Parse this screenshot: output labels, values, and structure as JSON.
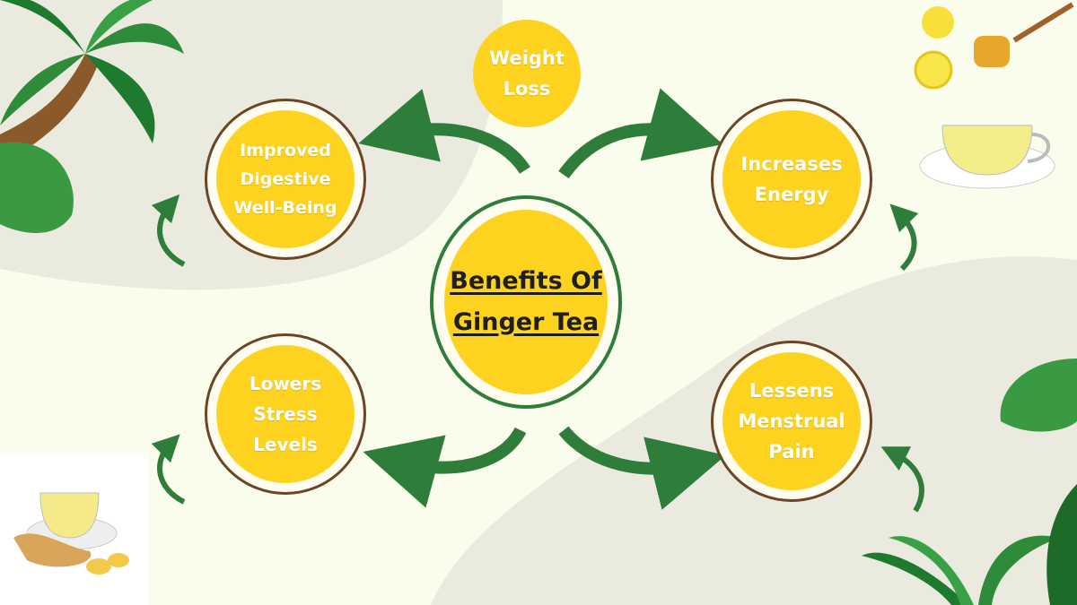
{
  "title": {
    "line1": "Benefits Of",
    "line2": "Ginger Tea"
  },
  "benefits": [
    {
      "label": "Weight Loss"
    },
    {
      "label": "Improved Digestive Well-Being"
    },
    {
      "label": "Increases Energy"
    },
    {
      "label": "Lowers Stress Levels"
    },
    {
      "label": "Lessens Menstrual Pain"
    }
  ],
  "colors": {
    "background": "#fafcec",
    "blob": "#ebeadf",
    "yellow": "#fdd31f",
    "green": "#2e7d3a",
    "ring": "#6b4526"
  }
}
